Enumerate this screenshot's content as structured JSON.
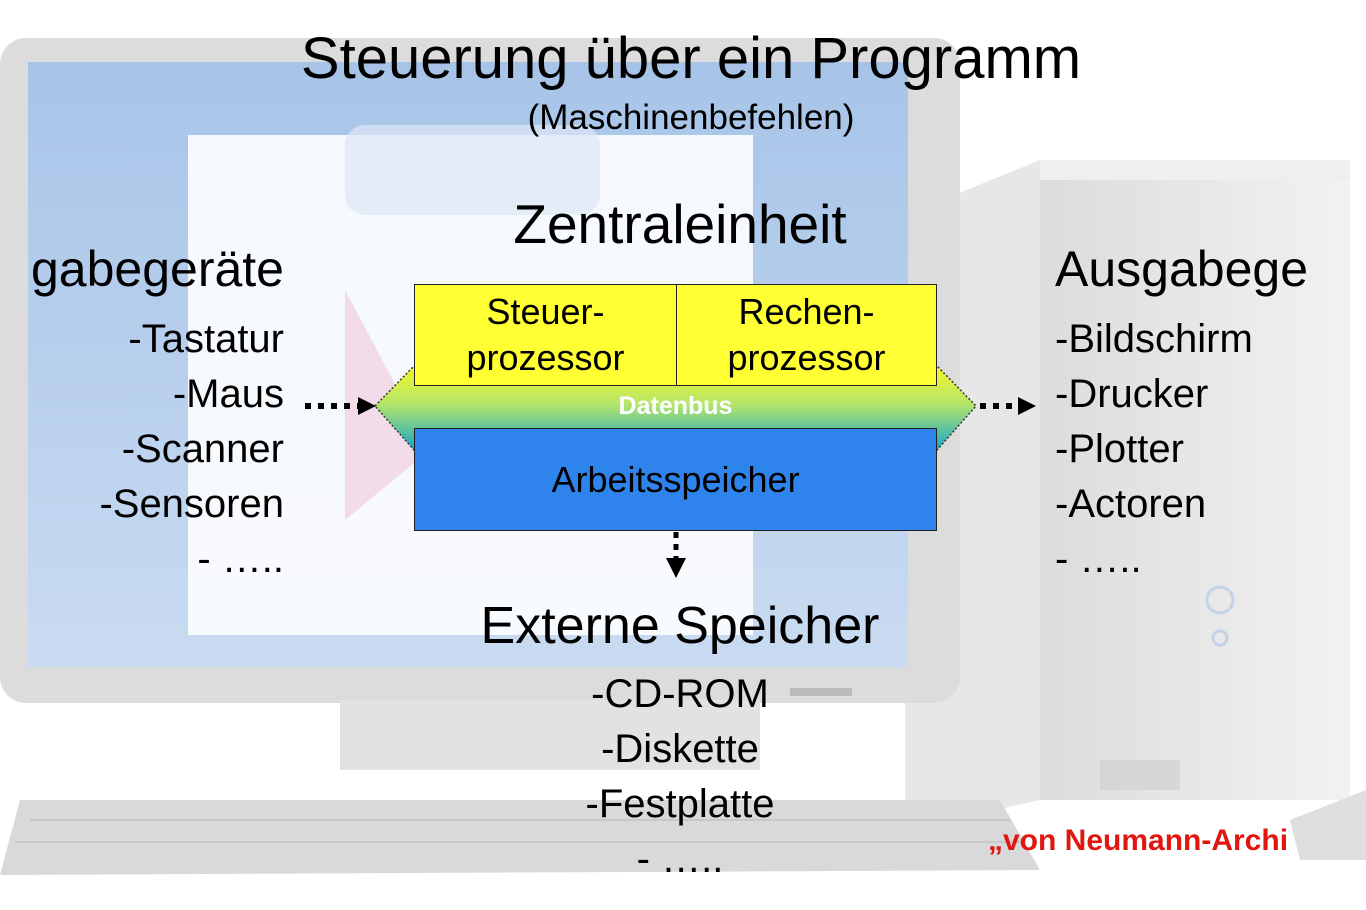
{
  "diagram": {
    "title": "Steuerung über ein Programm",
    "subtitle": "(Maschinenbefehlen)",
    "central_unit": {
      "heading": "Zentraleinheit",
      "control_processor": {
        "line1": "Steuer-",
        "line2": "prozessor"
      },
      "arithmetic_processor": {
        "line1": "Rechen-",
        "line2": "prozessor"
      },
      "data_bus": "Datenbus",
      "main_memory": "Arbeitsspeicher"
    },
    "input_devices": {
      "heading": "gabegeräte",
      "items": [
        "-Tastatur",
        "-Maus",
        "-Scanner",
        "-Sensoren",
        "- ….."
      ]
    },
    "output_devices": {
      "heading": "Ausgabege",
      "items": [
        "-Bildschirm",
        "-Drucker",
        "-Plotter",
        "-Actoren",
        "- ….."
      ]
    },
    "external_storage": {
      "heading": "Externe Speicher",
      "items": [
        "-CD-ROM",
        "-Diskette",
        "-Festplatte",
        "- ….."
      ]
    },
    "footnote": "„von Neumann-Archi"
  },
  "colors": {
    "processor_fill": "#ffff33",
    "memory_fill": "#2e84ec",
    "footnote_text": "#e0160f",
    "bus_gradient": [
      "#f6f62a",
      "#8fdc86",
      "#18a5c8"
    ]
  },
  "background": {
    "computer_image": "desktop-computer-photo",
    "screen_image": "briefcase-graphic"
  }
}
